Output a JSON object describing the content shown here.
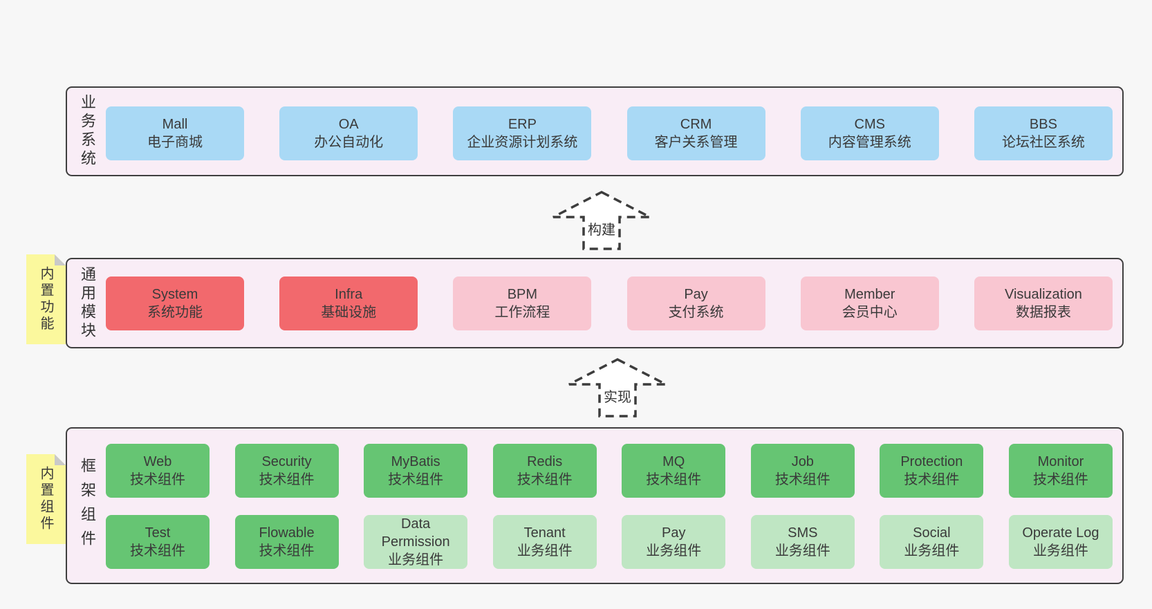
{
  "palette": {
    "page_bg": "#f7f7f7",
    "container_bg": "#f9edf6",
    "container_border": "#3f3f3f",
    "blue": "#a9d9f5",
    "red": "#f2696d",
    "pink": "#f9c6d1",
    "green": "#66c573",
    "light_green": "#bfe6c3",
    "sticky_yellow": "#fbf89d",
    "sticky_fold": "#c9c9c9",
    "text": "#3a3a3a"
  },
  "layers": {
    "business": {
      "label": "业务系统",
      "boxes": [
        {
          "title": "Mall",
          "subtitle": "电子商城",
          "variant": "blue"
        },
        {
          "title": "OA",
          "subtitle": "办公自动化",
          "variant": "blue"
        },
        {
          "title": "ERP",
          "subtitle": "企业资源计划系统",
          "variant": "blue"
        },
        {
          "title": "CRM",
          "subtitle": "客户关系管理",
          "variant": "blue"
        },
        {
          "title": "CMS",
          "subtitle": "内容管理系统",
          "variant": "blue"
        },
        {
          "title": "BBS",
          "subtitle": "论坛社区系统",
          "variant": "blue"
        }
      ]
    },
    "modules": {
      "label": "通用模块",
      "sticky": "内置功能",
      "boxes": [
        {
          "title": "System",
          "subtitle": "系统功能",
          "variant": "red"
        },
        {
          "title": "Infra",
          "subtitle": "基础设施",
          "variant": "red"
        },
        {
          "title": "BPM",
          "subtitle": "工作流程",
          "variant": "pink"
        },
        {
          "title": "Pay",
          "subtitle": "支付系统",
          "variant": "pink"
        },
        {
          "title": "Member",
          "subtitle": "会员中心",
          "variant": "pink"
        },
        {
          "title": "Visualization",
          "subtitle": "数据报表",
          "variant": "pink"
        }
      ]
    },
    "components": {
      "label": "框架组件",
      "sticky": "内置组件",
      "row1": [
        {
          "title": "Web",
          "subtitle": "技术组件",
          "variant": "green"
        },
        {
          "title": "Security",
          "subtitle": "技术组件",
          "variant": "green"
        },
        {
          "title": "MyBatis",
          "subtitle": "技术组件",
          "variant": "green"
        },
        {
          "title": "Redis",
          "subtitle": "技术组件",
          "variant": "green"
        },
        {
          "title": "MQ",
          "subtitle": "技术组件",
          "variant": "green"
        },
        {
          "title": "Job",
          "subtitle": "技术组件",
          "variant": "green"
        },
        {
          "title": "Protection",
          "subtitle": "技术组件",
          "variant": "green"
        },
        {
          "title": "Monitor",
          "subtitle": "技术组件",
          "variant": "green"
        }
      ],
      "row2": [
        {
          "title": "Test",
          "subtitle": "技术组件",
          "variant": "green"
        },
        {
          "title": "Flowable",
          "subtitle": "技术组件",
          "variant": "green"
        },
        {
          "title": "Data Permission",
          "subtitle": "业务组件",
          "variant": "light_green"
        },
        {
          "title": "Tenant",
          "subtitle": "业务组件",
          "variant": "light_green"
        },
        {
          "title": "Pay",
          "subtitle": "业务组件",
          "variant": "light_green"
        },
        {
          "title": "SMS",
          "subtitle": "业务组件",
          "variant": "light_green"
        },
        {
          "title": "Social",
          "subtitle": "业务组件",
          "variant": "light_green"
        },
        {
          "title": "Operate Log",
          "subtitle": "业务组件",
          "variant": "light_green"
        }
      ]
    }
  },
  "arrows": [
    {
      "label": "构建"
    },
    {
      "label": "实现"
    }
  ]
}
